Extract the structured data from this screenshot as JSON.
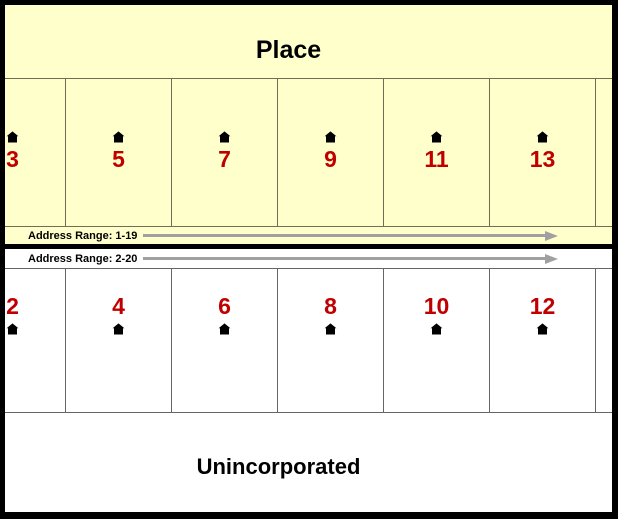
{
  "place": {
    "label": "Place"
  },
  "unincorporated": {
    "label": "Unincorporated"
  },
  "street": {
    "odd_side_range_label": "Address Range: 1-19",
    "even_side_range_label": "Address Range: 2-20"
  },
  "rows": {
    "top": {
      "side": "odd",
      "area": "Place",
      "numbers": [
        "3",
        "5",
        "7",
        "9",
        "11",
        "13",
        ""
      ]
    },
    "bottom": {
      "side": "even",
      "area": "Unincorporated",
      "numbers": [
        "2",
        "4",
        "6",
        "8",
        "10",
        "12",
        ""
      ]
    }
  },
  "icons": [
    "house-icon",
    "right-arrow"
  ],
  "colors": {
    "place_fill": "#FFFFCC",
    "house_number_red": "#C00000",
    "arrow_gray": "#A0A0A0",
    "boundary_black": "#000000",
    "parcel_line_olive": "#6E6E55"
  }
}
